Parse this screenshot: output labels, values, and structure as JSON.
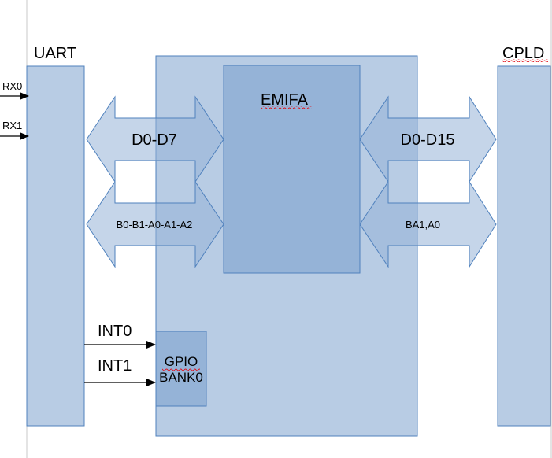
{
  "blocks": {
    "uart": "UART",
    "cpld": "CPLD",
    "emifa": "EMIFA",
    "gpio_line1": "GPIO",
    "gpio_line2": "BANK0"
  },
  "buses": {
    "uart_data": "D0-D7",
    "uart_addr": "B0-B1-A0-A1-A2",
    "cpld_data": "D0-D15",
    "cpld_addr": "BA1,A0"
  },
  "signals": {
    "rx0": "RX0",
    "rx1": "RX1",
    "int0": "INT0",
    "int1": "INT1"
  },
  "colors": {
    "block_fill": "#b8cce4",
    "block_stroke": "#4f81bd",
    "inner_fill": "#95b3d7",
    "spellcheck": "#e0101a"
  }
}
